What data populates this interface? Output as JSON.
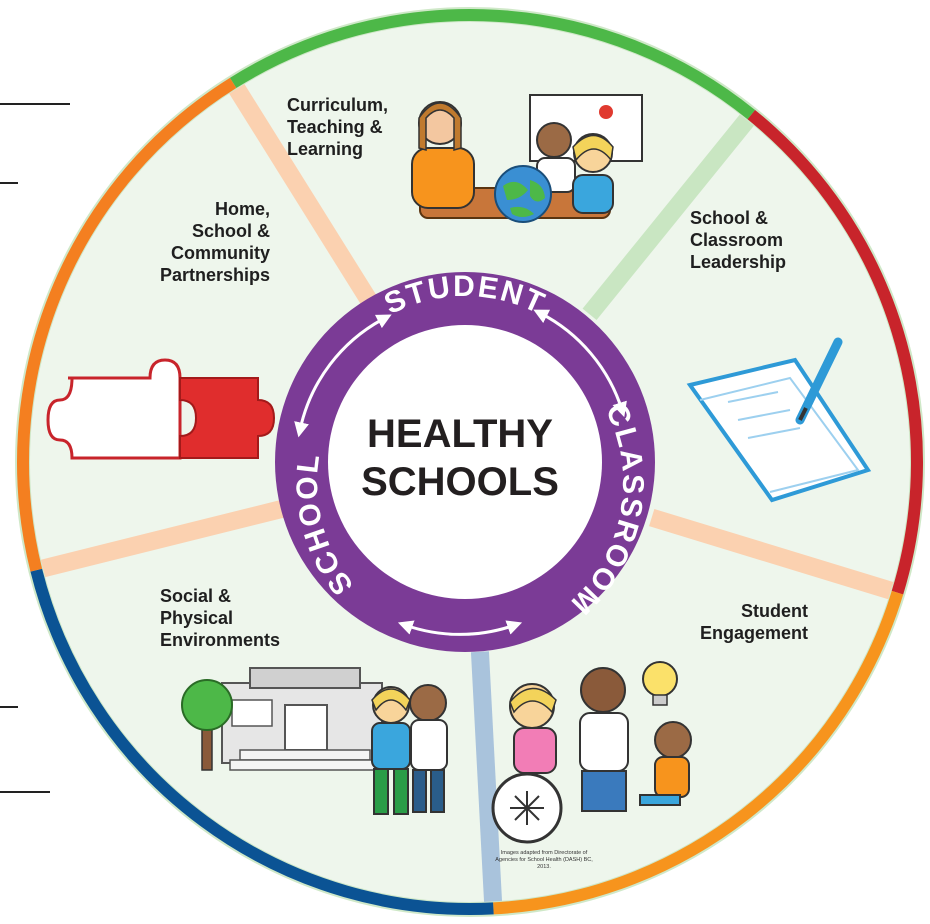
{
  "center": {
    "line1": "HEALTHY",
    "line2": "SCHOOLS"
  },
  "ring": {
    "top": "STUDENT",
    "right": "CLASSROOM",
    "left": "SCHOOL",
    "color": "#7b3b96"
  },
  "segments": [
    {
      "label": "Curriculum,\nTeaching &\nLearning",
      "color": "#4db848",
      "icon": "classroom-globe-icon"
    },
    {
      "label": "School &\nClassroom\nLeadership",
      "color": "#c8242b",
      "icon": "notepad-pencil-icon"
    },
    {
      "label": "Student\nEngagement",
      "color": "#f7941d",
      "icon": "students-lightbulb-icon"
    },
    {
      "label": "Social &\nPhysical\nEnvironments",
      "color": "#0b5394",
      "icon": "school-building-icon"
    },
    {
      "label": "Home,\nSchool &\nCommunity\nPartnerships",
      "color": "#f47f20",
      "icon": "puzzle-pieces-icon"
    }
  ],
  "credit": "Images adapted from Directorate of Agencies for School Health (DASH) BC, 2013."
}
